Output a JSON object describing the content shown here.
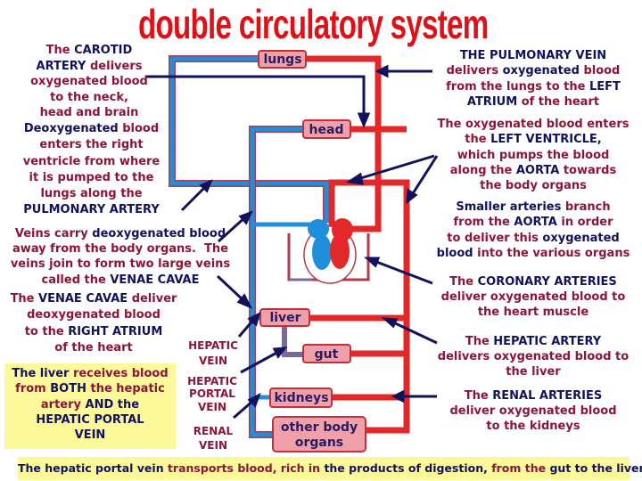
{
  "title": "double circulatory system",
  "colors": {
    "artery": "#e3282a",
    "vein": "#1f8fdc",
    "portal": "#7a6a9a",
    "box_fill": "#f0a0a8",
    "arrow": "#12125c",
    "maroon": "#8c1538",
    "navy": "#12125c",
    "title": "#e01018",
    "highlight": "#fcf99a"
  },
  "organs": {
    "lungs": "lungs",
    "head": "head",
    "liver": "liver",
    "gut": "gut",
    "kidneys": "kidneys",
    "other_1": "other body",
    "other_2": "organs"
  },
  "vessel_labels": {
    "hepatic_vein": [
      "HEPATIC",
      "VEIN"
    ],
    "hepatic_portal_vein": [
      "HEPATIC",
      "PORTAL",
      "VEIN"
    ],
    "renal_vein": [
      "RENAL",
      "VEIN"
    ]
  },
  "left_blocks": [
    [
      [
        [
          "The ",
          "m"
        ],
        [
          "CAROTID",
          "n"
        ]
      ],
      [
        [
          "ARTERY ",
          "n"
        ],
        [
          "delivers",
          "m"
        ]
      ],
      [
        [
          "oxygenated blood",
          "m"
        ]
      ],
      [
        [
          "to the neck,",
          "m"
        ]
      ],
      [
        [
          "head and brain",
          "m"
        ]
      ]
    ],
    [
      [
        [
          "Deoxygenated ",
          "n"
        ],
        [
          "blood",
          "m"
        ]
      ],
      [
        [
          "enters the right",
          "m"
        ]
      ],
      [
        [
          "ventricle from where",
          "m"
        ]
      ],
      [
        [
          "it is pumped to the",
          "m"
        ]
      ],
      [
        [
          "lungs along the",
          "m"
        ]
      ],
      [
        [
          "PULMONARY ARTERY",
          "n"
        ]
      ]
    ],
    [
      [
        [
          "Veins carry ",
          "m"
        ],
        [
          "deoxygenated blood",
          "n"
        ]
      ],
      [
        [
          "away from the body organs.  The",
          "m"
        ]
      ],
      [
        [
          "veins join to form two large veins",
          "m"
        ]
      ],
      [
        [
          "called the ",
          "m"
        ],
        [
          "VENAE CAVAE",
          "n"
        ]
      ]
    ],
    [
      [
        [
          "The ",
          "m"
        ],
        [
          "VENAE CAVAE ",
          "n"
        ],
        [
          "deliver",
          "m"
        ]
      ],
      [
        [
          "deoxygenated blood",
          "m"
        ]
      ],
      [
        [
          "to the ",
          "m"
        ],
        [
          "RIGHT ATRIUM",
          "n"
        ]
      ],
      [
        [
          "of the heart",
          "m"
        ]
      ]
    ],
    [
      [
        [
          "The liver ",
          "n"
        ],
        [
          "receives blood",
          "m"
        ]
      ],
      [
        [
          "from ",
          "m"
        ],
        [
          "BOTH ",
          "n"
        ],
        [
          "the hepatic",
          "m"
        ]
      ],
      [
        [
          "artery ",
          "m"
        ],
        [
          "AND the",
          "n"
        ]
      ],
      [
        [
          "HEPATIC PORTAL",
          "n"
        ]
      ],
      [
        [
          "VEIN",
          "n"
        ]
      ]
    ]
  ],
  "right_blocks": [
    [
      [
        [
          "THE PULMONARY VEIN",
          "n"
        ]
      ],
      [
        [
          "delivers ",
          "m"
        ],
        [
          "oxygenated ",
          "n"
        ],
        [
          "blood",
          "m"
        ]
      ],
      [
        [
          "from the lungs to the ",
          "m"
        ],
        [
          "LEFT",
          "n"
        ]
      ],
      [
        [
          "ATRIUM ",
          "n"
        ],
        [
          "of the heart",
          "m"
        ]
      ]
    ],
    [
      [
        [
          "The oxygenated blood enters",
          "m"
        ]
      ],
      [
        [
          "the ",
          "m"
        ],
        [
          "LEFT VENTRICLE,",
          "n"
        ]
      ],
      [
        [
          "which pumps the blood",
          "m"
        ]
      ],
      [
        [
          "along the ",
          "m"
        ],
        [
          "AORTA ",
          "n"
        ],
        [
          "towards",
          "m"
        ]
      ],
      [
        [
          "the body organs",
          "m"
        ]
      ]
    ],
    [
      [
        [
          "Smaller arteries ",
          "n"
        ],
        [
          "branch",
          "m"
        ]
      ],
      [
        [
          "from the ",
          "m"
        ],
        [
          "AORTA ",
          "n"
        ],
        [
          "in order",
          "m"
        ]
      ],
      [
        [
          "to deliver this ",
          "m"
        ],
        [
          "oxygenated",
          "n"
        ]
      ],
      [
        [
          "blood ",
          "n"
        ],
        [
          "into the various organs",
          "m"
        ]
      ]
    ],
    [
      [
        [
          "The ",
          "m"
        ],
        [
          "CORONARY ARTERIES",
          "n"
        ]
      ],
      [
        [
          "deliver oxygenated blood to",
          "m"
        ]
      ],
      [
        [
          "the heart muscle",
          "m"
        ]
      ]
    ],
    [
      [
        [
          "The ",
          "m"
        ],
        [
          "HEPATIC ARTERY",
          "n"
        ]
      ],
      [
        [
          "delivers oxygenated blood to",
          "m"
        ]
      ],
      [
        [
          "the liver",
          "m"
        ]
      ]
    ],
    [
      [
        [
          "The ",
          "m"
        ],
        [
          "RENAL ARTERIES",
          "n"
        ]
      ],
      [
        [
          "deliver oxygenated blood",
          "m"
        ]
      ],
      [
        [
          "to the kidneys",
          "m"
        ]
      ]
    ]
  ],
  "footer": [
    [
      [
        "The hepatic portal vein ",
        "n"
      ],
      [
        "transports blood, rich in ",
        "m"
      ],
      [
        "the products of digestion, ",
        "n"
      ],
      [
        "from the ",
        "m"
      ],
      [
        "gut to the liver",
        "n"
      ]
    ]
  ]
}
